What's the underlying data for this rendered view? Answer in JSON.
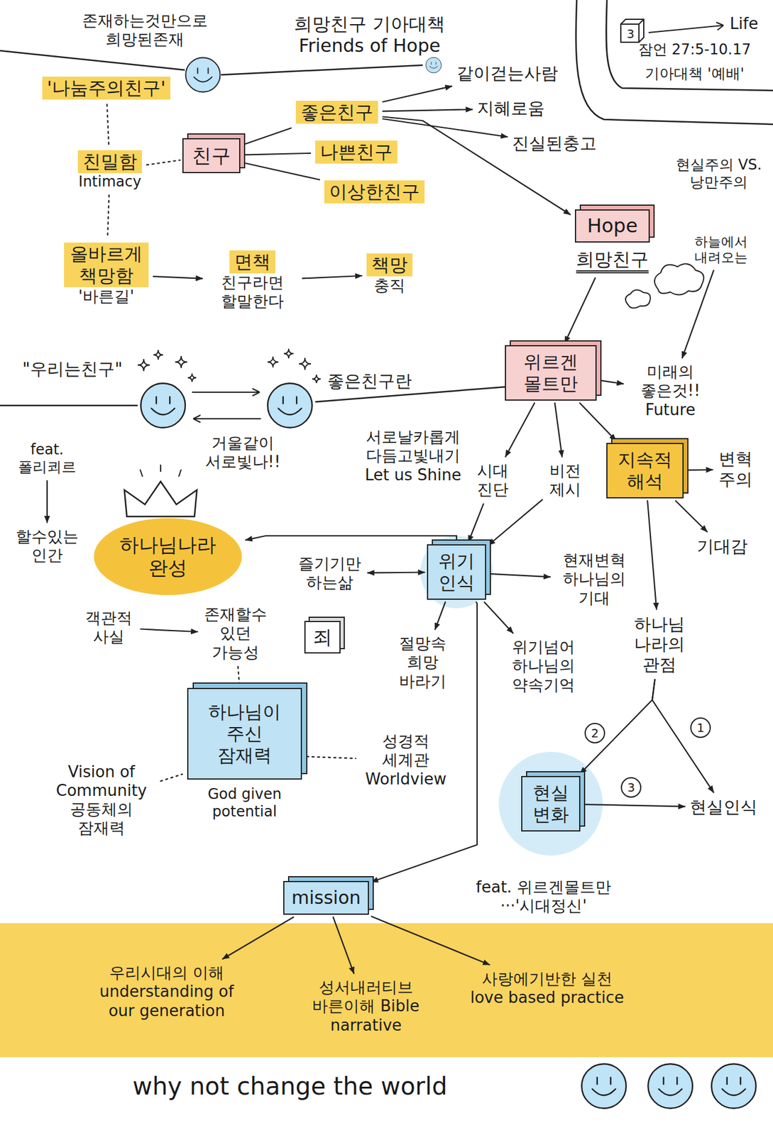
{
  "diagram": {
    "title": "희망친구 기아대책 Friends of Hope",
    "nodes": [
      {
        "text": [
          "'나눔주의친구'"
        ]
      },
      {
        "text": [
          "친밀함",
          "Intimacy"
        ]
      },
      {
        "text": [
          "친구"
        ]
      },
      {
        "text": [
          "좋은친구"
        ]
      },
      {
        "text": [
          "나쁜친구"
        ]
      },
      {
        "text": [
          "이상한친구"
        ]
      },
      {
        "text": [
          "같이걷는사람"
        ]
      },
      {
        "text": [
          "지혜로움"
        ]
      },
      {
        "text": [
          "진실된충고"
        ]
      },
      {
        "text": [
          "Hope",
          "희망친구"
        ]
      },
      {
        "text": [
          "하늘에서 내려오는"
        ]
      },
      {
        "text": [
          "올바르게 책망함",
          "'바른길'"
        ]
      },
      {
        "text": [
          "면책",
          "친구라면 할말한다"
        ]
      },
      {
        "text": [
          "책망",
          "충직"
        ]
      },
      {
        "text": [
          "위르겐 몰트만"
        ]
      },
      {
        "text": [
          "미래의 좋은것!! Future"
        ]
      },
      {
        "text": [
          "시대 진단"
        ]
      },
      {
        "text": [
          "비전 제시"
        ]
      },
      {
        "text": [
          "지속적 해석"
        ]
      },
      {
        "text": [
          "변혁 주의"
        ]
      },
      {
        "text": [
          "기대감"
        ]
      },
      {
        "text": [
          "하나님나라 완성"
        ]
      },
      {
        "text": [
          "위기 인식"
        ]
      },
      {
        "text": [
          "즐기기만 하는삶"
        ]
      },
      {
        "text": [
          "죄"
        ]
      },
      {
        "text": [
          "현재변혁 하나님의 기대"
        ]
      },
      {
        "text": [
          "절망속 희망 바라기"
        ]
      },
      {
        "text": [
          "위기넘어 하나님의 약속기억"
        ]
      },
      {
        "text": [
          "하나님 나라의 관점"
        ]
      },
      {
        "text": [
          "객관적 사실"
        ]
      },
      {
        "text": [
          "존재할수 있던 가능성"
        ]
      },
      {
        "text": [
          "하나님이 주신 잠재력",
          "God given potential"
        ]
      },
      {
        "text": [
          "현실 변화"
        ]
      },
      {
        "text": [
          "현실인식"
        ]
      },
      {
        "text": [
          "mission"
        ]
      },
      {
        "text": [
          "우리시대의 이해 understanding of our generation"
        ]
      },
      {
        "text": [
          "성서내러티브 바른이해 Bible narrative"
        ]
      },
      {
        "text": [
          "사랑에기반한 실천 love based practice"
        ]
      },
      {
        "text": [
          "feat. 폴리쾨르"
        ]
      },
      {
        "text": [
          "할수있는 인간"
        ]
      },
      {
        "text": [
          "성경적 세계관 Worldview"
        ]
      },
      {
        "text": [
          "Vision of Community 공동체의 잠재력"
        ]
      }
    ],
    "edges": [
      {
        "from": 0,
        "to": 1,
        "arrow": "none"
      },
      {
        "from": 1,
        "to": 2,
        "arrow": "none"
      },
      {
        "from": 1,
        "to": 11,
        "arrow": "none"
      },
      {
        "from": 2,
        "to": 3,
        "arrow": "none"
      },
      {
        "from": 2,
        "to": 4,
        "arrow": "none"
      },
      {
        "from": 2,
        "to": 5,
        "arrow": "none"
      },
      {
        "from": 3,
        "to": 6,
        "arrow": "to"
      },
      {
        "from": 3,
        "to": 7,
        "arrow": "to"
      },
      {
        "from": 3,
        "to": 8,
        "arrow": "to"
      },
      {
        "from": 3,
        "to": 9,
        "arrow": "to"
      },
      {
        "from": 11,
        "to": 12,
        "arrow": "to"
      },
      {
        "from": 12,
        "to": 13,
        "arrow": "to"
      },
      {
        "from": 9,
        "to": 14,
        "arrow": "to"
      },
      {
        "from": 10,
        "to": 15,
        "arrow": "to"
      },
      {
        "from": 14,
        "to": 15,
        "arrow": "to"
      },
      {
        "from": 14,
        "to": 16,
        "arrow": "to"
      },
      {
        "from": 14,
        "to": 17,
        "arrow": "to"
      },
      {
        "from": 14,
        "to": 18,
        "arrow": "to"
      },
      {
        "from": 18,
        "to": 19,
        "arrow": "to"
      },
      {
        "from": 18,
        "to": 20,
        "arrow": "to"
      },
      {
        "from": 18,
        "to": 28,
        "arrow": "to"
      },
      {
        "from": 16,
        "to": 22,
        "arrow": "to"
      },
      {
        "from": 17,
        "to": 22,
        "arrow": "to"
      },
      {
        "from": 22,
        "to": 21,
        "arrow": "to"
      },
      {
        "from": 23,
        "to": 22,
        "arrow": "both"
      },
      {
        "from": 22,
        "to": 25,
        "arrow": "to"
      },
      {
        "from": 22,
        "to": 26,
        "arrow": "to"
      },
      {
        "from": 22,
        "to": 27,
        "arrow": "to"
      },
      {
        "from": 22,
        "to": 34,
        "arrow": "to"
      },
      {
        "from": 28,
        "to": 32,
        "arrow": "to"
      },
      {
        "from": 28,
        "to": 33,
        "arrow": "to"
      },
      {
        "from": 32,
        "to": 33,
        "arrow": "to"
      },
      {
        "from": 29,
        "to": 30,
        "arrow": "to"
      },
      {
        "from": 30,
        "to": 31,
        "arrow": "none"
      },
      {
        "from": 41,
        "to": 31,
        "arrow": "none"
      },
      {
        "from": 31,
        "to": 40,
        "arrow": "none"
      },
      {
        "from": 34,
        "to": 35,
        "arrow": "to"
      },
      {
        "from": 34,
        "to": 36,
        "arrow": "to"
      },
      {
        "from": 34,
        "to": 37,
        "arrow": "to"
      },
      {
        "from": 38,
        "to": 39,
        "arrow": "to"
      }
    ],
    "labels": [
      "존재하는것만으로 희망된존재",
      "3",
      "Life",
      "잠언 27:5-10.17",
      "기아대책 '예배'",
      "현실주의 VS.낭만주의",
      "\"우리는친구\"",
      "좋은친구란",
      "거울같이 서로빛나!!",
      "서로날카롭게 다듬고빛내기 Let us Shine",
      "2",
      "1",
      "3",
      "feat. 위르겐몰트만 ···'시대정신'",
      "why not change the world"
    ]
  }
}
